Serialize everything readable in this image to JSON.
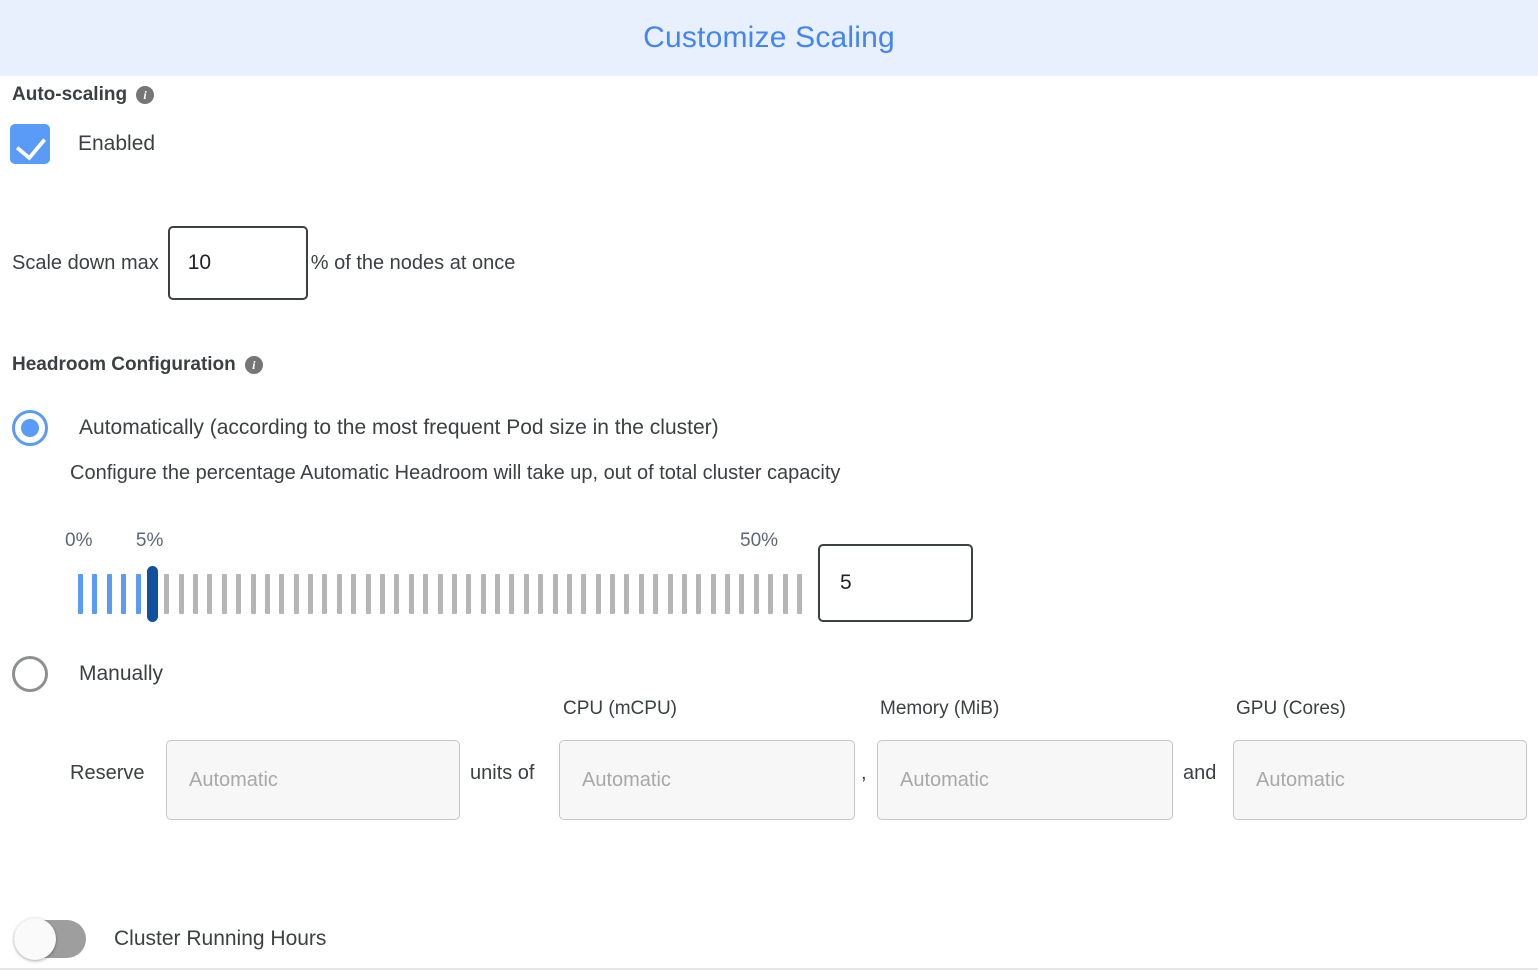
{
  "dialog": {
    "title": "Customize Scaling",
    "header_bg": "#e8f0fe",
    "title_color": "#4285f4"
  },
  "autoscaling": {
    "section_label": "Auto-scaling",
    "info_glyph": "i",
    "checkbox_label": "Enabled",
    "checkbox_checked": true,
    "accent_color": "#5b9bf8",
    "scale_down": {
      "prefix": "Scale down max",
      "value": "10",
      "suffix": "% of the nodes at once"
    }
  },
  "headroom": {
    "section_label": "Headroom Configuration",
    "info_glyph": "i",
    "options": [
      {
        "label": "Automatically (according to the most frequent Pod size in the cluster)",
        "selected": true,
        "description": "Configure the percentage Automatic Headroom will take up, out of total cluster capacity"
      },
      {
        "label": "Manually",
        "selected": false
      }
    ],
    "slider": {
      "min_label": "0%",
      "current_label": "5%",
      "max_label": "50%",
      "min": 0,
      "max": 50,
      "value": 5,
      "tick_count": 51,
      "value_input": "5",
      "active_color": "#5b9bf8",
      "inactive_color": "#b5b5b5",
      "thumb_color": "#11519e"
    },
    "manual": {
      "reserve_word": "Reserve",
      "units_word": "units of",
      "comma": ",",
      "and_word": "and",
      "fields": [
        {
          "header": "",
          "placeholder": "Automatic",
          "value": ""
        },
        {
          "header": "CPU (mCPU)",
          "placeholder": "Automatic",
          "value": ""
        },
        {
          "header": "Memory (MiB)",
          "placeholder": "Automatic",
          "value": ""
        },
        {
          "header": "GPU (Cores)",
          "placeholder": "Automatic",
          "value": ""
        }
      ]
    }
  },
  "cluster_running_hours": {
    "label": "Cluster Running Hours",
    "enabled": false
  }
}
